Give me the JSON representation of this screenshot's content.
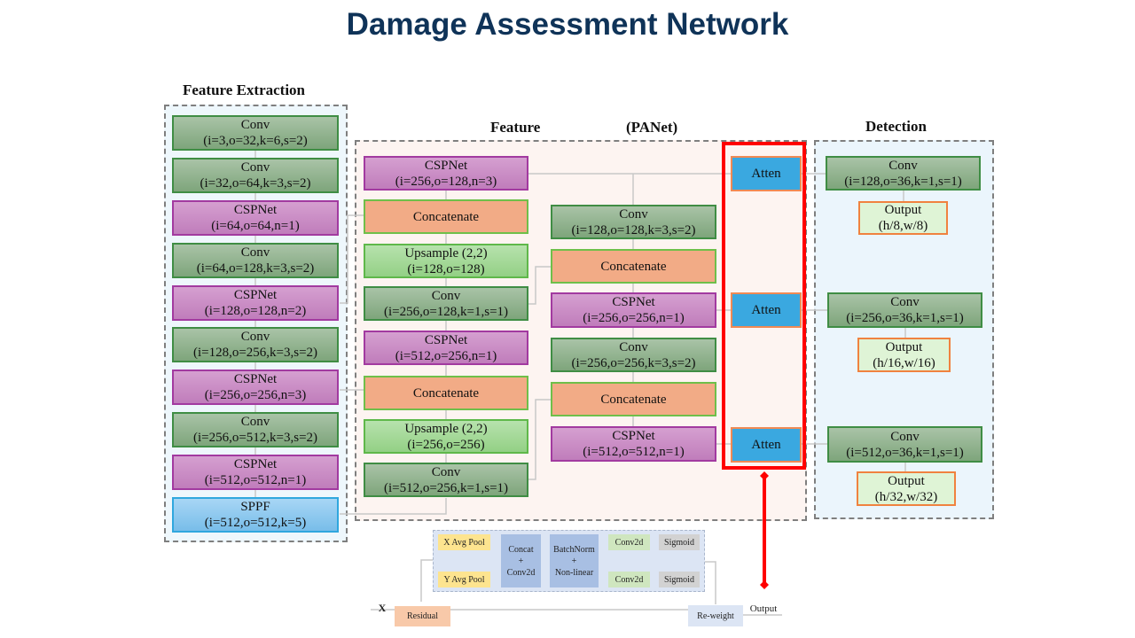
{
  "title": "Damage Assessment Network",
  "sections": {
    "feature_extraction": "Feature Extraction",
    "feature": "Feature",
    "panet": "(PANet)",
    "detection": "Detection"
  },
  "backbone": [
    {
      "name": "Conv",
      "params": "(i=3,o=32,k=6,s=2)"
    },
    {
      "name": "Conv",
      "params": "(i=32,o=64,k=3,s=2)"
    },
    {
      "name": "CSPNet",
      "params": "(i=64,o=64,n=1)"
    },
    {
      "name": "Conv",
      "params": "(i=64,o=128,k=3,s=2)"
    },
    {
      "name": "CSPNet",
      "params": "(i=128,o=128,n=2)"
    },
    {
      "name": "Conv",
      "params": "(i=128,o=256,k=3,s=2)"
    },
    {
      "name": "CSPNet",
      "params": "(i=256,o=256,n=3)"
    },
    {
      "name": "Conv",
      "params": "(i=256,o=512,k=3,s=2)"
    },
    {
      "name": "CSPNet",
      "params": "(i=512,o=512,n=1)"
    },
    {
      "name": "SPPF",
      "params": "(i=512,o=512,k=5)"
    }
  ],
  "neck_left": [
    {
      "name": "CSPNet",
      "params": "(i=256,o=128,n=3)"
    },
    {
      "name": "Concatenate",
      "params": ""
    },
    {
      "name": "Upsample (2,2)",
      "params": "(i=128,o=128)"
    },
    {
      "name": "Conv",
      "params": "(i=256,o=128,k=1,s=1)"
    },
    {
      "name": "CSPNet",
      "params": "(i=512,o=256,n=1)"
    },
    {
      "name": "Concatenate",
      "params": ""
    },
    {
      "name": "Upsample (2,2)",
      "params": "(i=256,o=256)"
    },
    {
      "name": "Conv",
      "params": "(i=512,o=256,k=1,s=1)"
    }
  ],
  "neck_right": [
    {
      "name": "Conv",
      "params": "(i=128,o=128,k=3,s=2)"
    },
    {
      "name": "Concatenate",
      "params": ""
    },
    {
      "name": "CSPNet",
      "params": "(i=256,o=256,n=1)"
    },
    {
      "name": "Conv",
      "params": "(i=256,o=256,k=3,s=2)"
    },
    {
      "name": "Concatenate",
      "params": ""
    },
    {
      "name": "CSPNet",
      "params": "(i=512,o=512,n=1)"
    }
  ],
  "attention": [
    "Atten",
    "Atten",
    "Atten"
  ],
  "detection": [
    {
      "conv": "Conv",
      "conv_params": "(i=128,o=36,k=1,s=1)",
      "output": "Output",
      "output_params": "(h/8,w/8)"
    },
    {
      "conv": "Conv",
      "conv_params": "(i=256,o=36,k=1,s=1)",
      "output": "Output",
      "output_params": "(h/16,w/16)"
    },
    {
      "conv": "Conv",
      "conv_params": "(i=512,o=36,k=1,s=1)",
      "output": "Output",
      "output_params": "(h/32,w/32)"
    }
  ],
  "attention_detail": {
    "input": "X",
    "residual": "Residual",
    "x_pool": "X Avg Pool",
    "y_pool": "Y Avg Pool",
    "concat": [
      "Concat",
      "+",
      "Conv2d"
    ],
    "bn": [
      "BatchNorm",
      "+",
      "Non-linear"
    ],
    "conv2d_top": "Conv2d",
    "conv2d_bottom": "Conv2d",
    "sigmoid_top": "Sigmoid",
    "sigmoid_bottom": "Sigmoid",
    "reweight": "Re-weight",
    "output": "Output"
  }
}
